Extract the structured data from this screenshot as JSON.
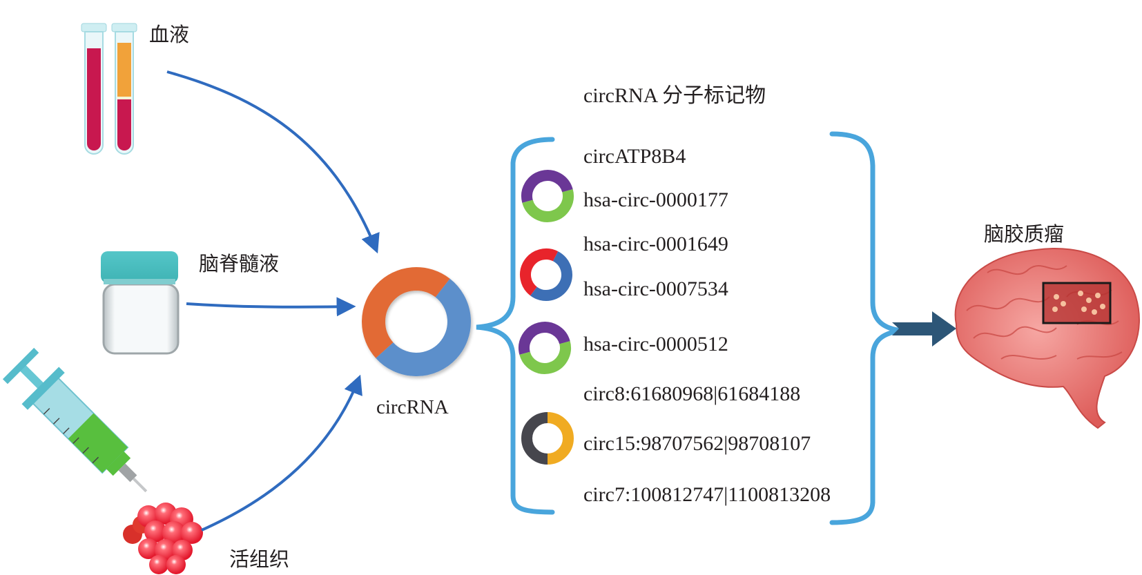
{
  "sources": [
    {
      "label": "血液",
      "icon": "blood-tubes-icon"
    },
    {
      "label": "脑脊髓液",
      "icon": "csf-jar-icon"
    },
    {
      "label": "活组织",
      "icon": "biopsy-syringe-icon"
    }
  ],
  "center": {
    "label": "circRNA",
    "colors": [
      "#e26a34",
      "#5b8fcb"
    ]
  },
  "markers": {
    "title": "circRNA 分子标记物",
    "items": [
      "circATP8B4",
      "hsa-circ-0000177",
      "hsa-circ-0001649",
      "hsa-circ-0007534",
      "hsa-circ-0000512",
      "circ8:61680968|61684188",
      "circ15:98707562|98708107",
      "circ7:100812747|1100813208"
    ],
    "rings": [
      {
        "colors": [
          "#6a3796",
          "#7ec74c"
        ]
      },
      {
        "colors": [
          "#e8242b",
          "#3d6fb5"
        ]
      },
      {
        "colors": [
          "#6a3796",
          "#7ec74c"
        ]
      },
      {
        "colors": [
          "#46464d",
          "#f0ab22"
        ]
      }
    ]
  },
  "target": {
    "label": "脑胶质瘤",
    "icon": "brain-tumor-icon"
  },
  "colors": {
    "arrow": "#2f6bbf",
    "brace": "#49a5dc",
    "big_arrow": "#2d5677"
  }
}
